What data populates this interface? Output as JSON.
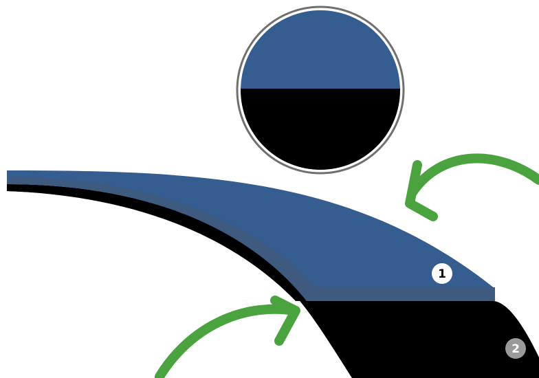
{
  "diagram": {
    "colors": {
      "background": "#ffffff",
      "top_layer": "#365d90",
      "top_layer_edge": "#3e5a7f",
      "bottom_layer": "#000000",
      "arrow": "#4aa33f",
      "circle_border": "#6f6f6f",
      "marker_1_fill": "#ffffff",
      "marker_1_text": "#000000",
      "marker_2_fill": "#9a9a9a",
      "marker_2_text": "#ffffff"
    },
    "markers": [
      {
        "label": "1"
      },
      {
        "label": "2"
      }
    ],
    "arrows": [
      {
        "icon": "curved-arrow-icon",
        "points_to": "top-layer"
      },
      {
        "icon": "curved-arrow-icon",
        "points_to": "layer-boundary"
      }
    ],
    "inset": {
      "icon": "circular-cross-section-icon",
      "upper": "top-layer",
      "lower": "bottom-layer"
    }
  }
}
